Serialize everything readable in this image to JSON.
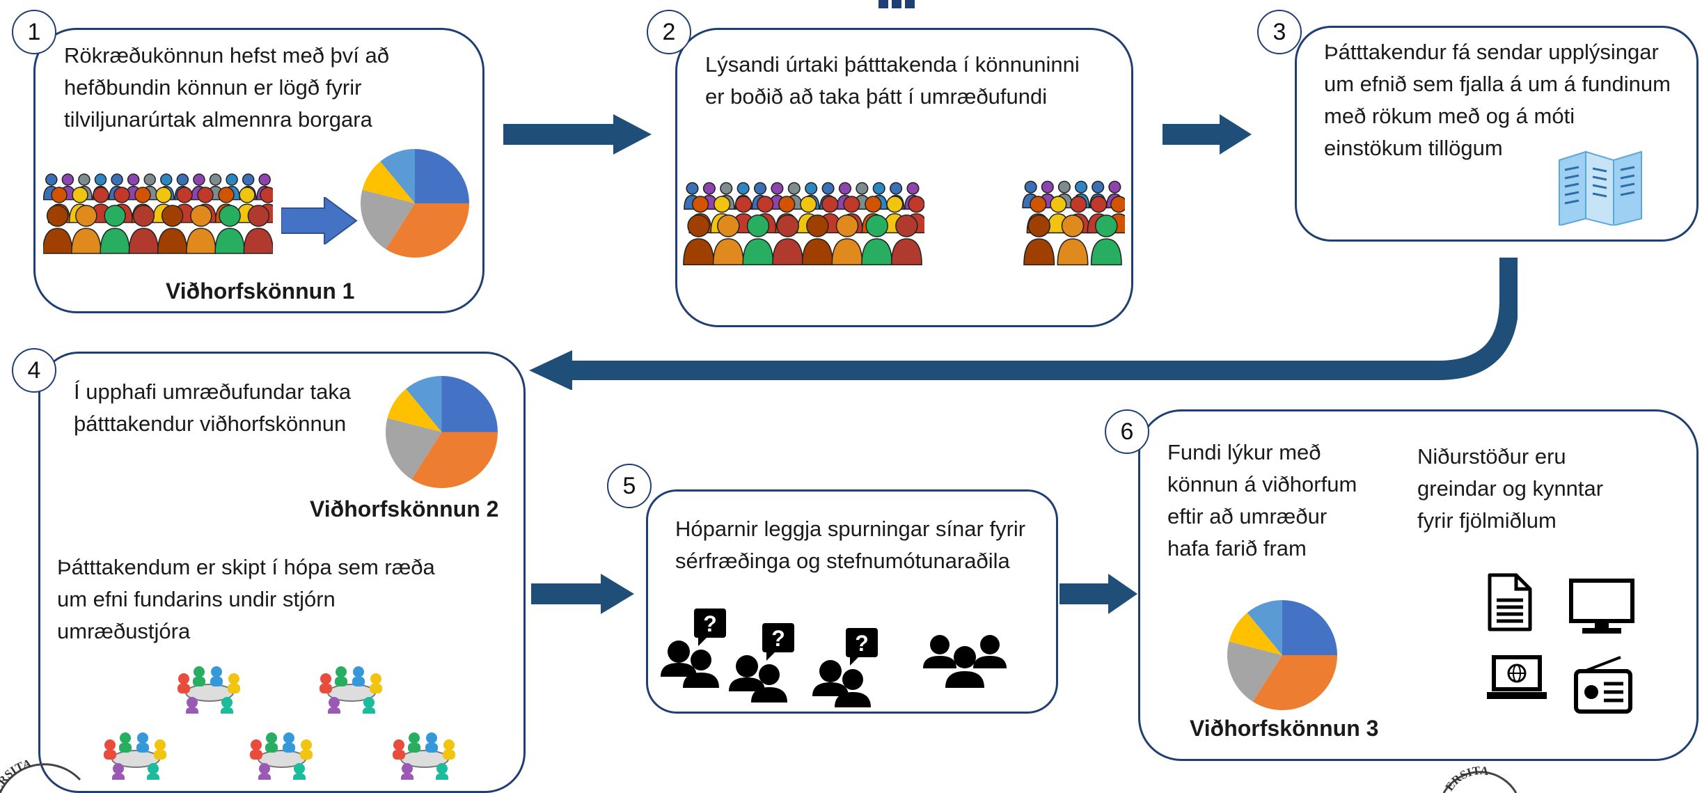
{
  "colors": {
    "border": "#1f3f74",
    "arrow": "#1f4e79",
    "pie": [
      "#4472c4",
      "#ed7d31",
      "#a5a5a5",
      "#ffc000",
      "#5b9bd5"
    ]
  },
  "steps": [
    {
      "num": "1",
      "lines": [
        "Rökræðukönnun hefst með því að",
        "hefðbundin könnun er lögð fyrir",
        "tilviljunarúrtak almennra borgara"
      ],
      "label": "Viðhorfskönnun 1"
    },
    {
      "num": "2",
      "lines": [
        "Lýsandi úrtaki þátttakenda í könnuninni",
        "er boðið að taka þátt í umræðufundi"
      ]
    },
    {
      "num": "3",
      "lines": [
        "Þátttakendur fá sendar upplýsingar",
        "um efnið sem fjalla á um á fundinum",
        "með rökum með og á móti",
        "einstökum tillögum"
      ]
    },
    {
      "num": "4",
      "lines_a": [
        "Í upphafi umræðufundar taka",
        "þátttakendur viðhorfskönnun"
      ],
      "label": "Viðhorfskönnun 2",
      "lines_b": [
        "Þátttakendum er skipt í hópa sem ræða",
        "um efni fundarins undir stjórn",
        "umræðustjóra"
      ]
    },
    {
      "num": "5",
      "lines": [
        "Hóparnir leggja spurningar sínar fyrir",
        "sérfræðinga og stefnumótunaraðila"
      ],
      "q": "?"
    },
    {
      "num": "6",
      "lines_a": [
        "Fundi lýkur með",
        "könnun á viðhorfum",
        "eftir að umræður",
        "hafa farið fram"
      ],
      "lines_b": [
        "Niðurstöður eru",
        "greindar og kynntar",
        "fyrir fjölmiðlum"
      ],
      "label": "Viðhorfskönnun 3"
    }
  ],
  "seal": {
    "left": "ERSITA",
    "right": "ERSITA"
  }
}
